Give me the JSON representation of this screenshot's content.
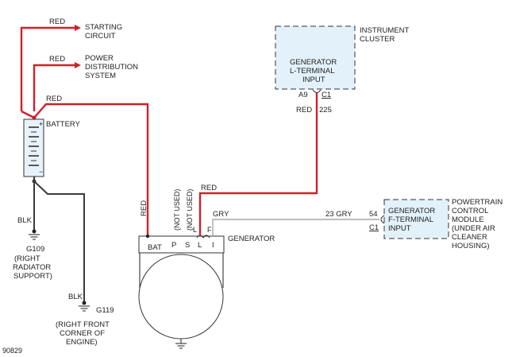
{
  "wires": {
    "red_starting": "RED",
    "red_power": "RED",
    "red_battery_top": "RED",
    "red_bat_vertical": "RED",
    "red_l_terminal": "RED",
    "red_225_color": "RED",
    "red_225_circuit": "225",
    "blk_g109": "BLK",
    "blk_g119": "BLK",
    "gry_top": "GRY",
    "gry_bottom": "23 GRY"
  },
  "starting_circuit": [
    "STARTING",
    "CIRCUIT"
  ],
  "power_distribution": [
    "POWER",
    "DISTRIBUTION",
    "SYSTEM"
  ],
  "battery": {
    "label": "BATTERY",
    "plus": "+",
    "minus": "−"
  },
  "instrument_cluster": {
    "label": [
      "INSTRUMENT",
      "CLUSTER"
    ],
    "box": [
      "GENERATOR",
      "L-TERMINAL",
      "INPUT"
    ],
    "pin": "A9",
    "connector": "C1"
  },
  "pcm": {
    "label": [
      "POWERTRAIN",
      "CONTROL",
      "MODULE",
      "(UNDER AIR",
      "CLEANER",
      "HOUSING)"
    ],
    "box": [
      "GENERATOR",
      "F-TERMINAL",
      "INPUT"
    ],
    "pin": "54",
    "connector": "C1"
  },
  "generator": {
    "label": "GENERATOR",
    "bat_terminal": "BAT",
    "terminals": [
      "P",
      "S",
      "L",
      "I"
    ],
    "not_used_p": "(NOT USED)",
    "not_used_s": "(NOT USED)",
    "sub_l": "L",
    "sub_f": "F"
  },
  "g109": {
    "label": "G109",
    "desc": [
      "(RIGHT",
      "RADIATOR",
      "SUPPORT)"
    ]
  },
  "g119": {
    "label": "G119",
    "desc": [
      "(RIGHT FRONT",
      "CORNER OF",
      "ENGINE)"
    ]
  },
  "figure_id": "90829",
  "colors": {
    "red_wire": "#d0202a",
    "black_wire": "#3a3a3a",
    "gray_wire": "#a8a8a8",
    "module_fill": "#e3f1fb"
  }
}
